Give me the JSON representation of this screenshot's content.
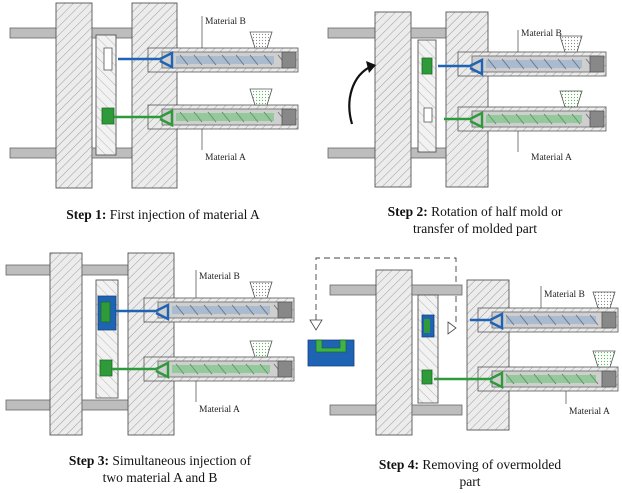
{
  "steps": [
    {
      "label": "Step 1:",
      "text": "First injection of material A",
      "lines": [
        "First injection of material A"
      ]
    },
    {
      "label": "Step 2:",
      "text": "Rotation of half mold or",
      "line2": "transfer of molded part"
    },
    {
      "label": "Step 3:",
      "text": "Simultaneous injection of",
      "line2": "two material A and B"
    },
    {
      "label": "Step 4:",
      "text": "Removing of overmolded",
      "line2": "part"
    }
  ],
  "materials": {
    "a": "Material A",
    "b": "Material B"
  },
  "colors": {
    "material_a": "#2e9a3a",
    "material_a_light": "#4cc45a",
    "material_b": "#1f63b5",
    "hatch_fill": "#e9e9e9",
    "hatch_line": "#8a8a8a",
    "bar": "#bdbdbd",
    "screw": "#c9c9c9",
    "arrow": "#111111"
  }
}
